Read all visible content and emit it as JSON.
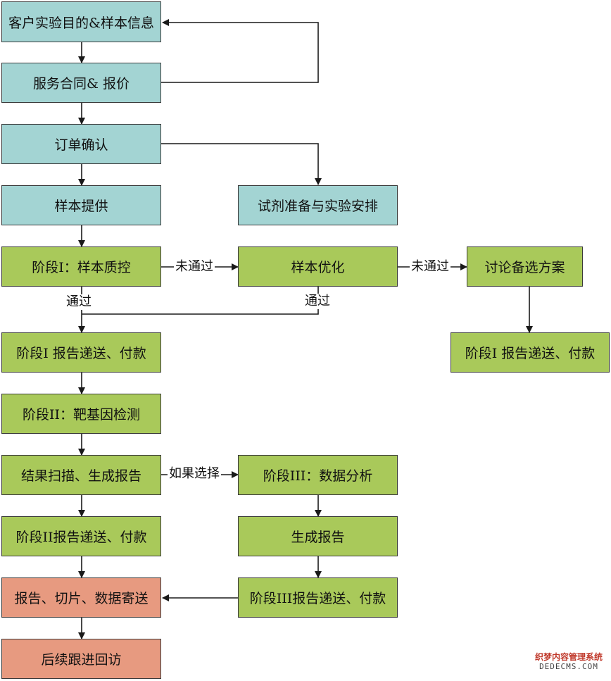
{
  "nodes": {
    "n1": "客户实验目的&样本信息",
    "n2": "服务合同& 报价",
    "n3": "订单确认",
    "n4": "样本提供",
    "n5": "试剂准备与实验安排",
    "n6": "阶段I：样本质控",
    "n7": "样本优化",
    "n8": "讨论备选方案",
    "n9": "阶段I 报告递送、付款",
    "n10": "阶段I 报告递送、付款",
    "n11": "阶段II：靶基因检测",
    "n12": "结果扫描、生成报告",
    "n13": "阶段III：数据分析",
    "n14": "阶段II报告递送、付款",
    "n15": "生成报告",
    "n16": "报告、切片、数据寄送",
    "n17": "阶段III报告递送、付款",
    "n18": "后续跟进回访"
  },
  "edge_labels": {
    "fail1": "未通过",
    "fail2": "未通过",
    "pass1": "通过",
    "pass2": "通过",
    "if_choose": "如果选择"
  },
  "colors": {
    "process": "#a3d4d3",
    "stage": "#a9c95a",
    "delivery": "#e79a80",
    "line": "#1a1a1a"
  },
  "watermark": {
    "line1": "织梦内容管理系统",
    "line2": "DEDECMS.COM"
  }
}
